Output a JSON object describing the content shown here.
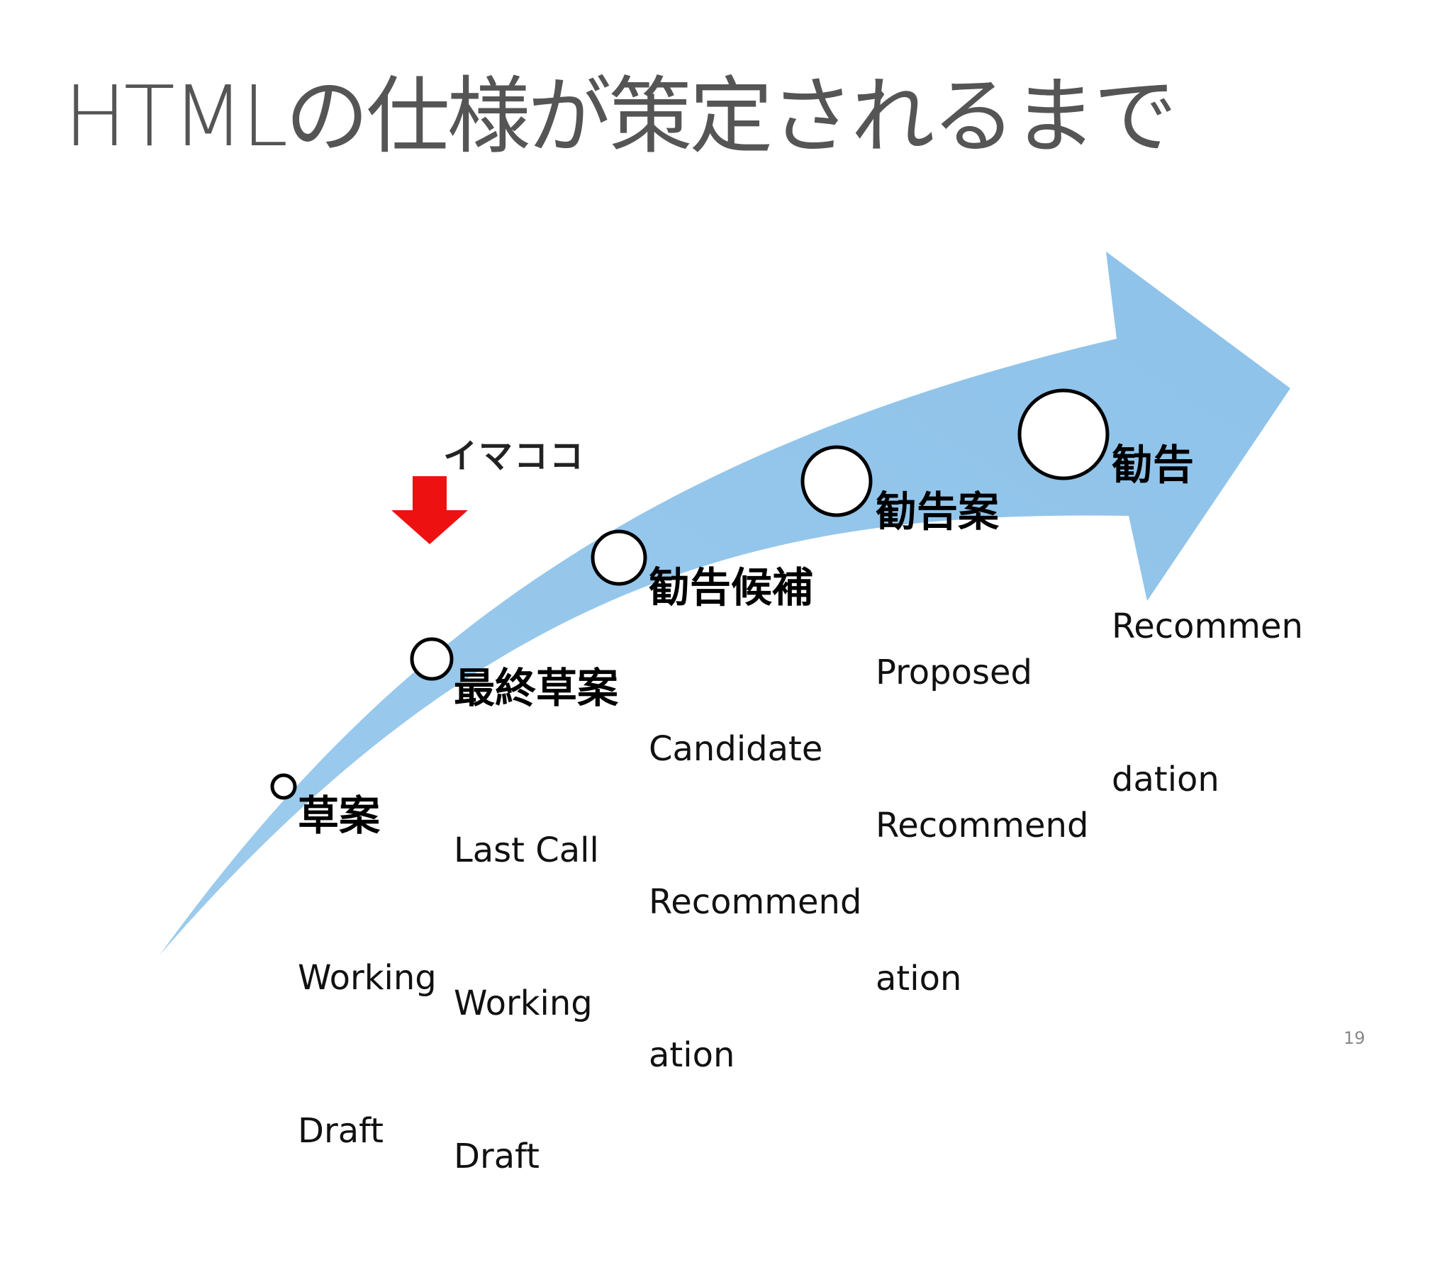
{
  "slide": {
    "title": "HTMLの仕様が策定されるまで",
    "page_number": "19",
    "current_marker_label": "イマココ"
  },
  "stages": [
    {
      "ja": "草案",
      "en_lines": [
        "Working",
        "Draft"
      ]
    },
    {
      "ja": "最終草案",
      "en_lines": [
        "Last Call",
        "Working",
        "Draft"
      ]
    },
    {
      "ja": "勧告候補",
      "en_lines": [
        "Candidate",
        "Recommend",
        "ation"
      ]
    },
    {
      "ja": "勧告案",
      "en_lines": [
        "Proposed",
        "Recommend",
        "ation"
      ]
    },
    {
      "ja": "勧告",
      "en_lines": [
        "Recommen",
        "dation"
      ]
    }
  ],
  "colors": {
    "arrow": "#9ccbec",
    "marker_arrow": "#ee1111",
    "circle_stroke": "#000000",
    "circle_fill": "#ffffff",
    "title": "#555555"
  }
}
